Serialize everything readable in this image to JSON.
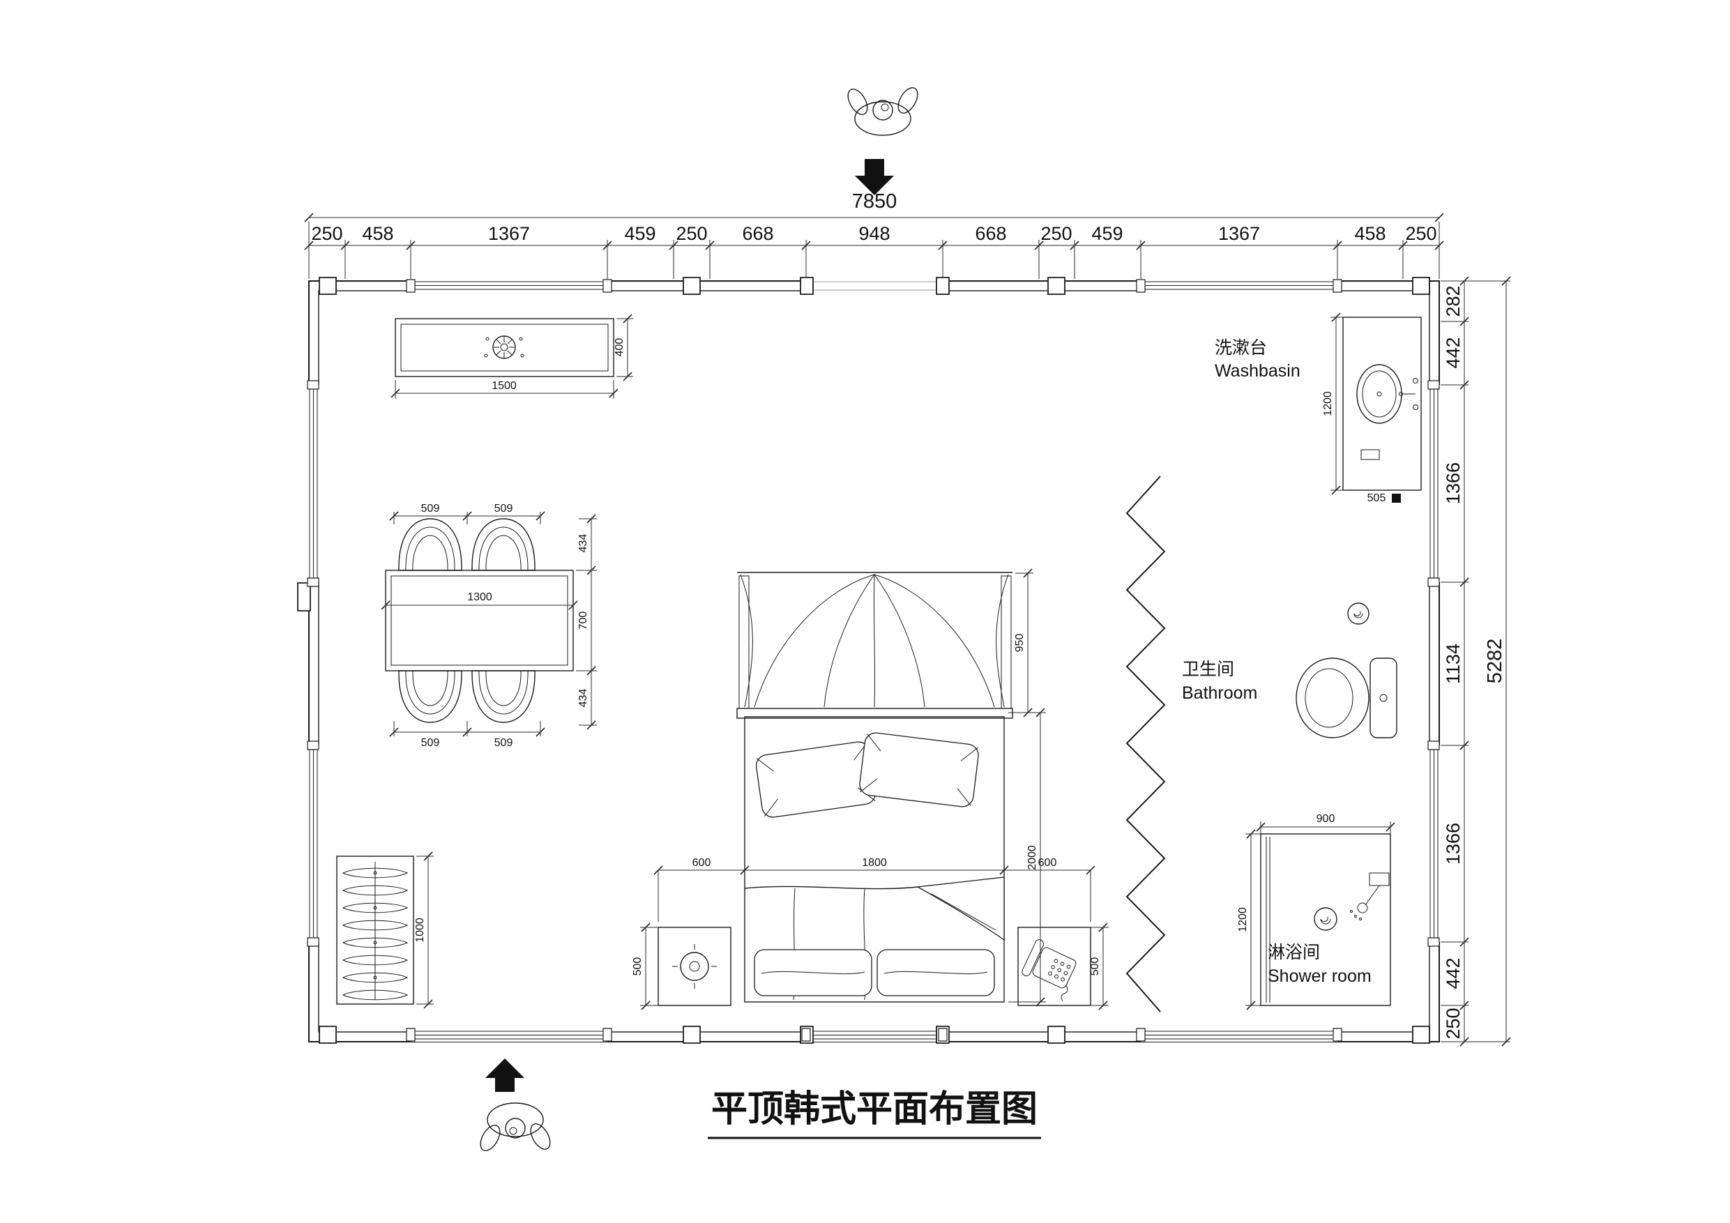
{
  "title": "平顶韩式平面布置图",
  "top_chain": {
    "total": "7850",
    "segments": [
      "250",
      "458",
      "1367",
      "459",
      "250",
      "668",
      "948",
      "668",
      "250",
      "459",
      "1367",
      "458",
      "250"
    ]
  },
  "right_chain": {
    "total": "5282",
    "segments": [
      "282",
      "442",
      "1366",
      "1134",
      "1366",
      "442",
      "250"
    ]
  },
  "rooms": {
    "washbasin": {
      "zh": "洗漱台",
      "en": "Washbasin"
    },
    "bathroom": {
      "zh": "卫生间",
      "en": "Bathroom"
    },
    "shower": {
      "zh": "淋浴间",
      "en": "Shower room"
    }
  },
  "furn": {
    "console_w": "1500",
    "console_d": "400",
    "chair_tl": "509",
    "chair_tr": "509",
    "table_w": "1300",
    "dine_top": "434",
    "dine_mid": "700",
    "dine_bot": "434",
    "chair_bl": "509",
    "chair_br": "509",
    "wardrobe_h": "1000",
    "bed_left": "600",
    "bed_w": "1800",
    "bed_right": "600",
    "canopy_h": "950",
    "bed_l": "2000",
    "ns_left": "500",
    "ns_right": "500",
    "basin_l": "1200",
    "basin_w": "505",
    "shower_w": "900",
    "shower_l": "1200"
  }
}
